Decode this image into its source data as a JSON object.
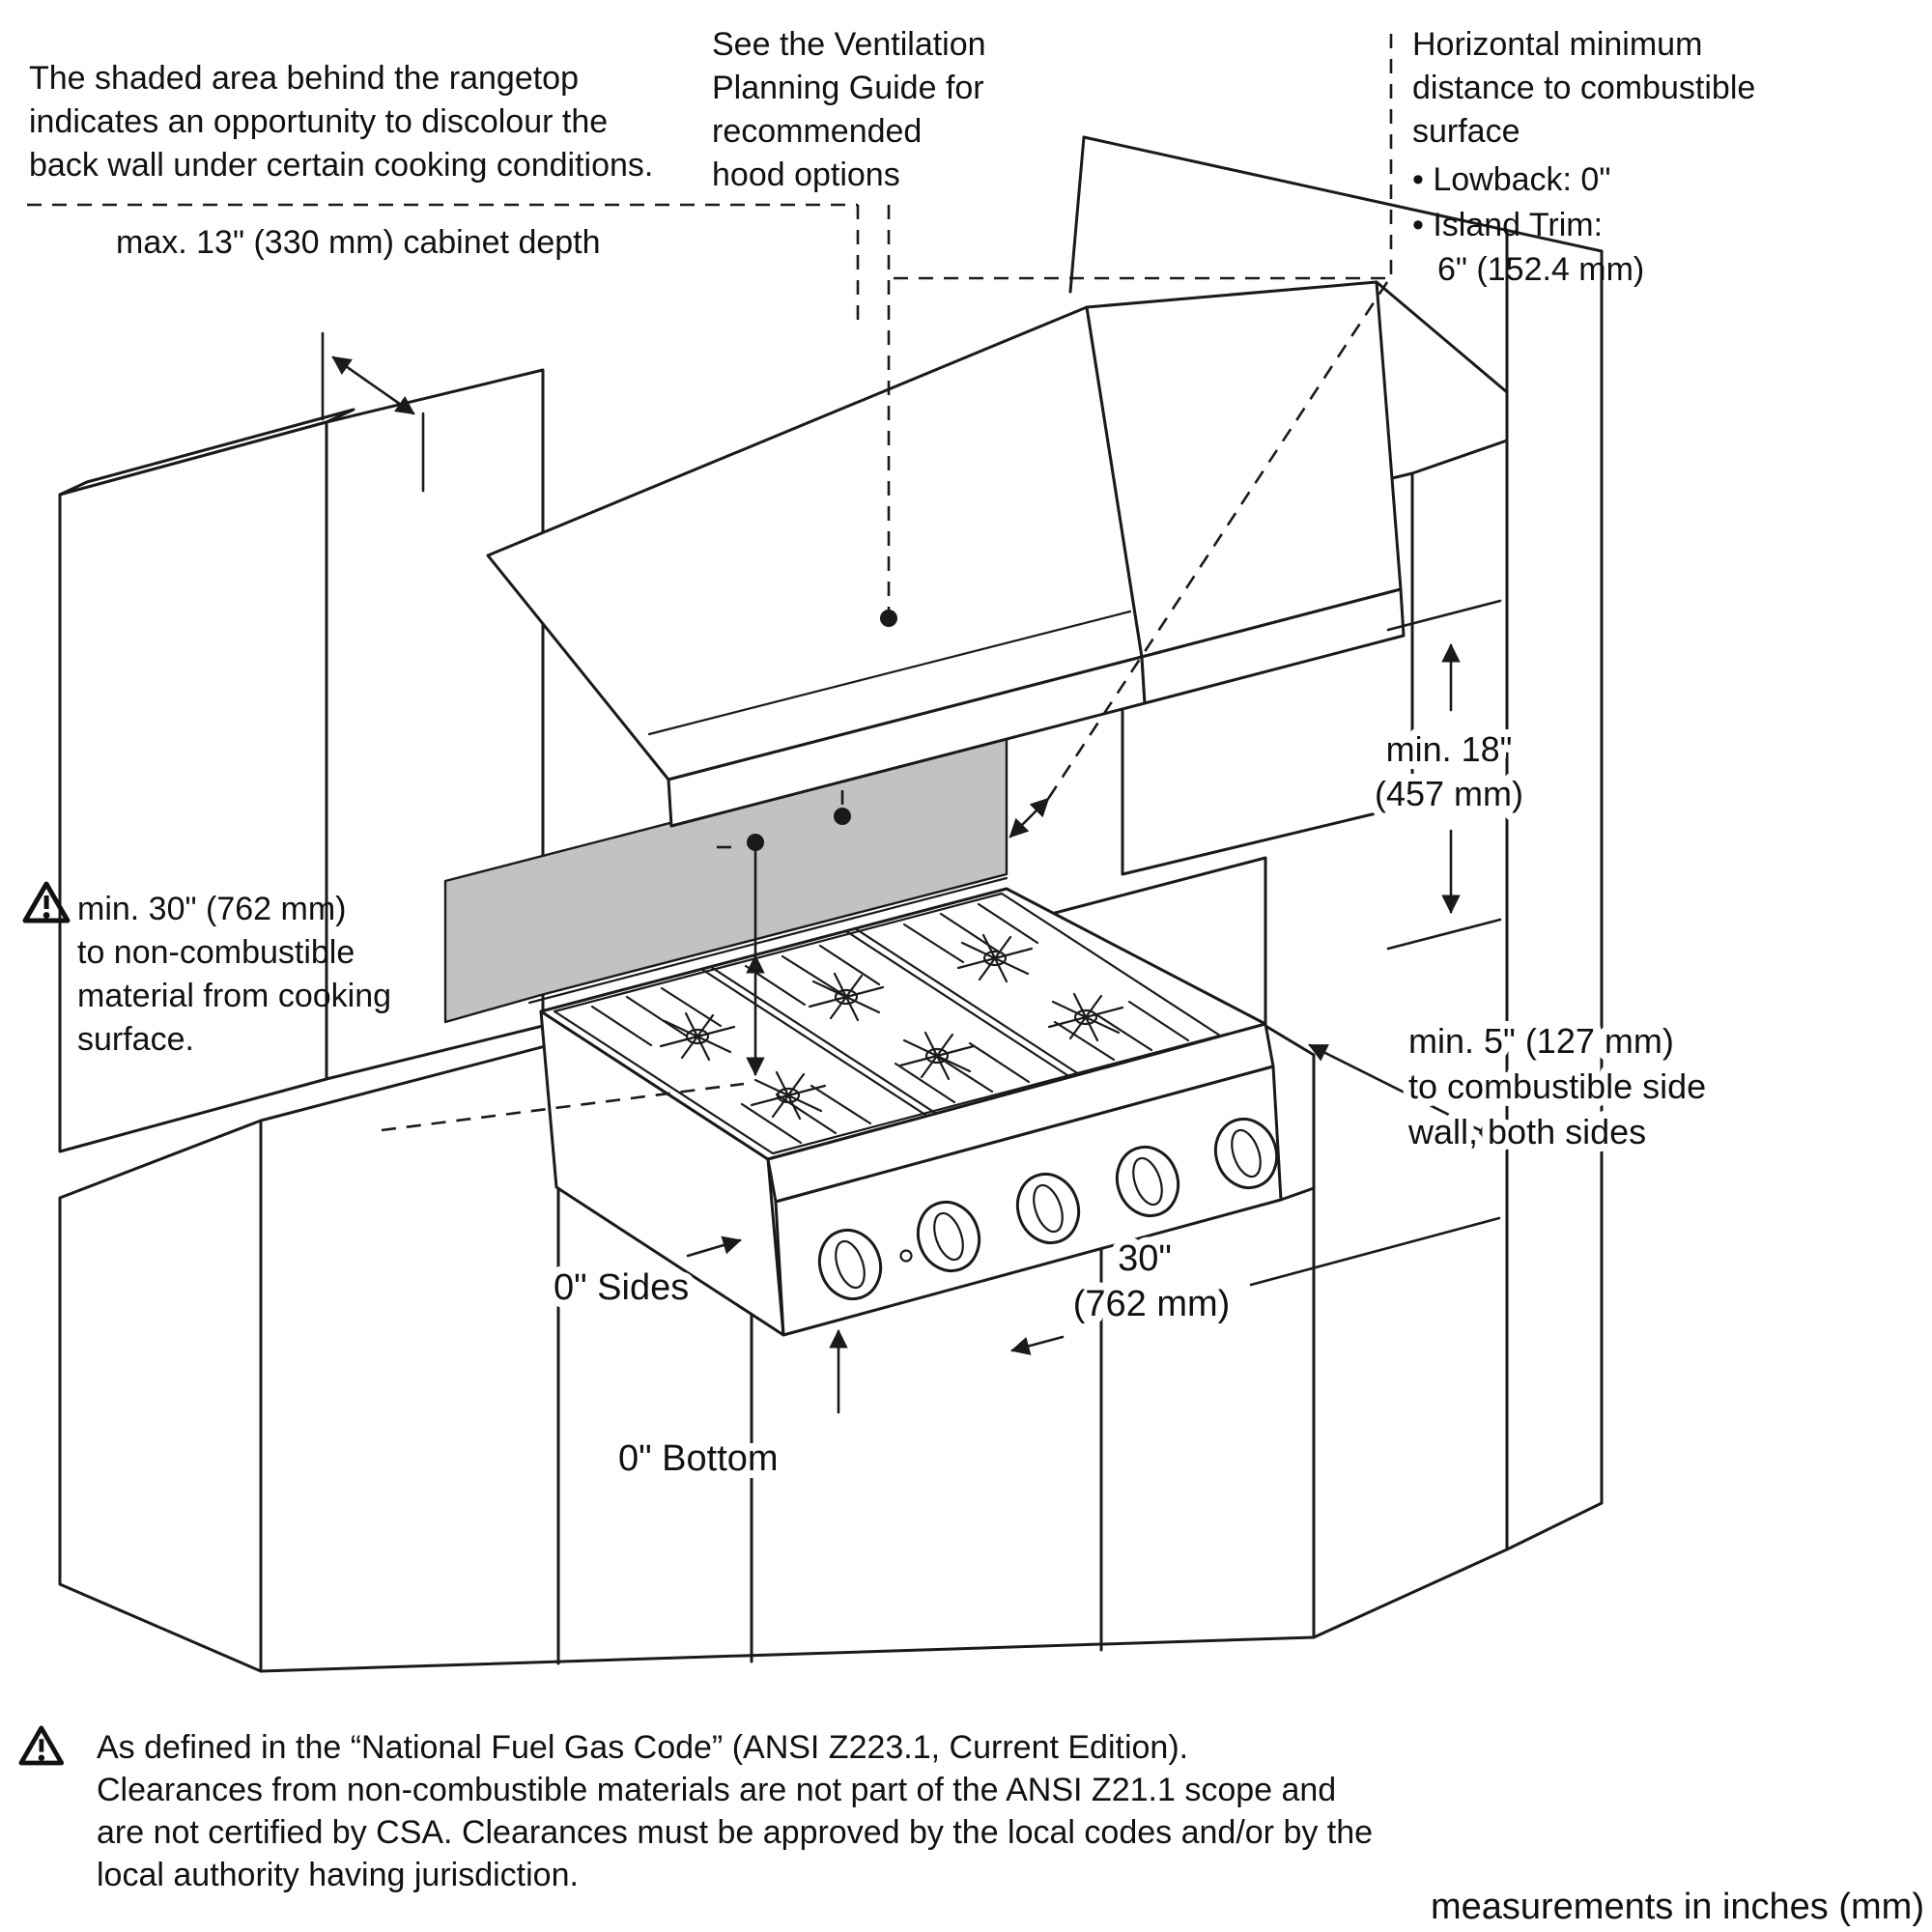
{
  "diagram": {
    "notes": {
      "shaded_area": [
        "The shaded area behind the rangetop",
        "indicates an opportunity to discolour the",
        "back wall under certain cooking conditions."
      ],
      "ventilation": [
        "See the Ventilation",
        "Planning Guide for",
        "recommended",
        "hood options"
      ],
      "horizontal_min": [
        "Horizontal minimum",
        "distance to combustible",
        "surface"
      ],
      "horizontal_min_bullets": [
        "• Lowback: 0\"",
        "• Island Trim:",
        "6\" (152.4 mm)"
      ]
    },
    "dimensions": {
      "cabinet_depth": "max. 13\" (330 mm) cabinet depth",
      "min_30": [
        "min. 30\" (762 mm)",
        "to non-combustible",
        "material from cooking",
        "surface."
      ],
      "min_18": [
        "min. 18\"",
        "(457 mm)"
      ],
      "min_5": [
        "min. 5\" (127 mm)",
        "to combustible side",
        "wall, both sides"
      ],
      "zero_sides": "0\" Sides",
      "zero_bottom": "0\" Bottom",
      "width_30": [
        "30\"",
        "(762 mm)"
      ]
    },
    "footnote": [
      "As defined in the “National Fuel Gas Code” (ANSI Z223.1, Current Edition).",
      "Clearances from non-combustible materials are not part of the ANSI Z21.1 scope and",
      "are not certified by CSA. Clearances must be approved by the local codes and/or by the",
      "local authority having jurisdiction."
    ],
    "units_note": "measurements in inches (mm)",
    "icons": {
      "warning": "warning-triangle-icon"
    },
    "colors": {
      "shaded_area": "#c2c2c2",
      "line": "#1a1a1a",
      "background": "#ffffff"
    }
  }
}
